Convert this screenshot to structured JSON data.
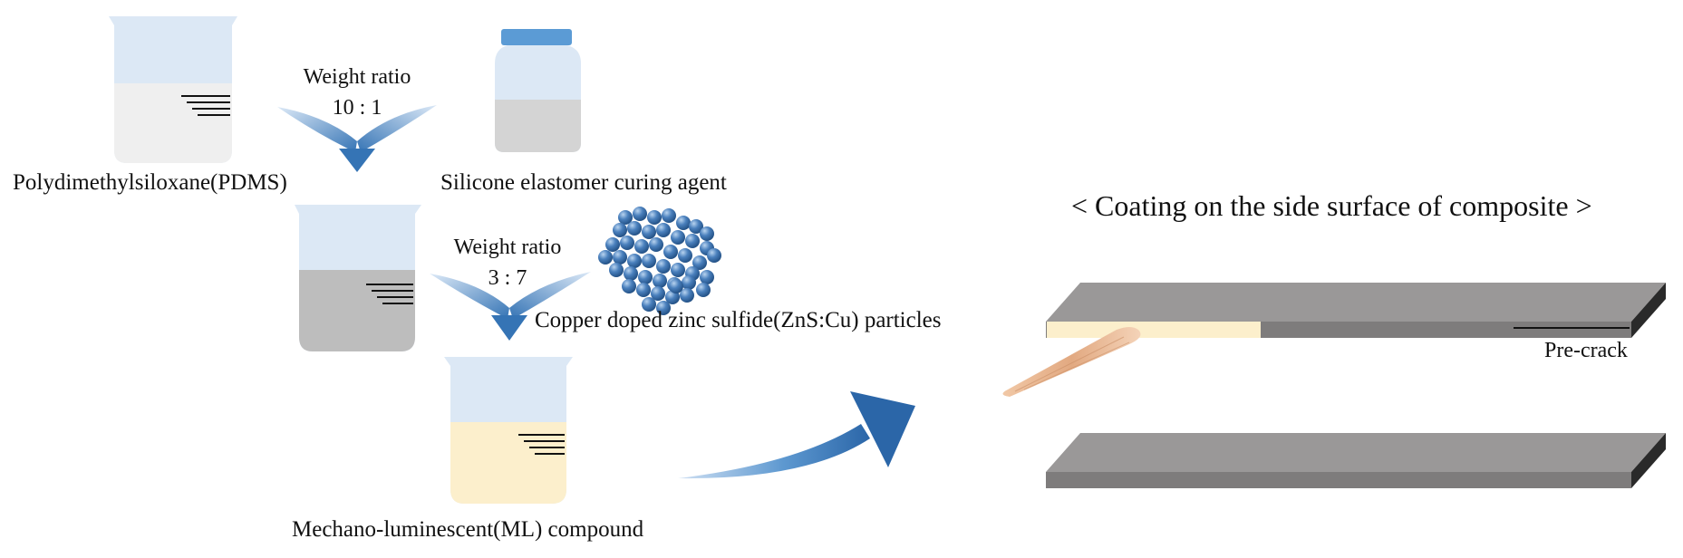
{
  "labels": {
    "pdms": "Polydimethylsiloxane(PDMS)",
    "curing_agent": "Silicone elastomer curing agent",
    "ratio1_title": "Weight ratio",
    "ratio1_value": "10 : 1",
    "ratio2_title": "Weight ratio",
    "ratio2_value": "3 : 7",
    "particles": "Copper doped zinc sulfide(ZnS:Cu) particles",
    "ml_compound": "Mechano-luminescent(ML) compound",
    "coating_title": "< Coating on the side surface of composite >",
    "pre_crack": "Pre-crack"
  },
  "colors": {
    "beaker_top": "#dce8f5",
    "pdms_fill": "#efefef",
    "mix_fill": "#bdbdbd",
    "ml_fill": "#fcefcc",
    "bottle_cap": "#5b9bd5",
    "arrow_blue": "#3a78b8",
    "plate_top": "#9a9898",
    "plate_side": "#7e7c7c",
    "plate_end": "#2a2a2a",
    "coating": "#fcefcc",
    "brush": "#e8b690",
    "particle": "#3c6fa8"
  },
  "icons": [
    "beaker-icon",
    "bottle-icon",
    "arrow-icon",
    "particle-icon",
    "brush-icon",
    "plate-icon"
  ]
}
